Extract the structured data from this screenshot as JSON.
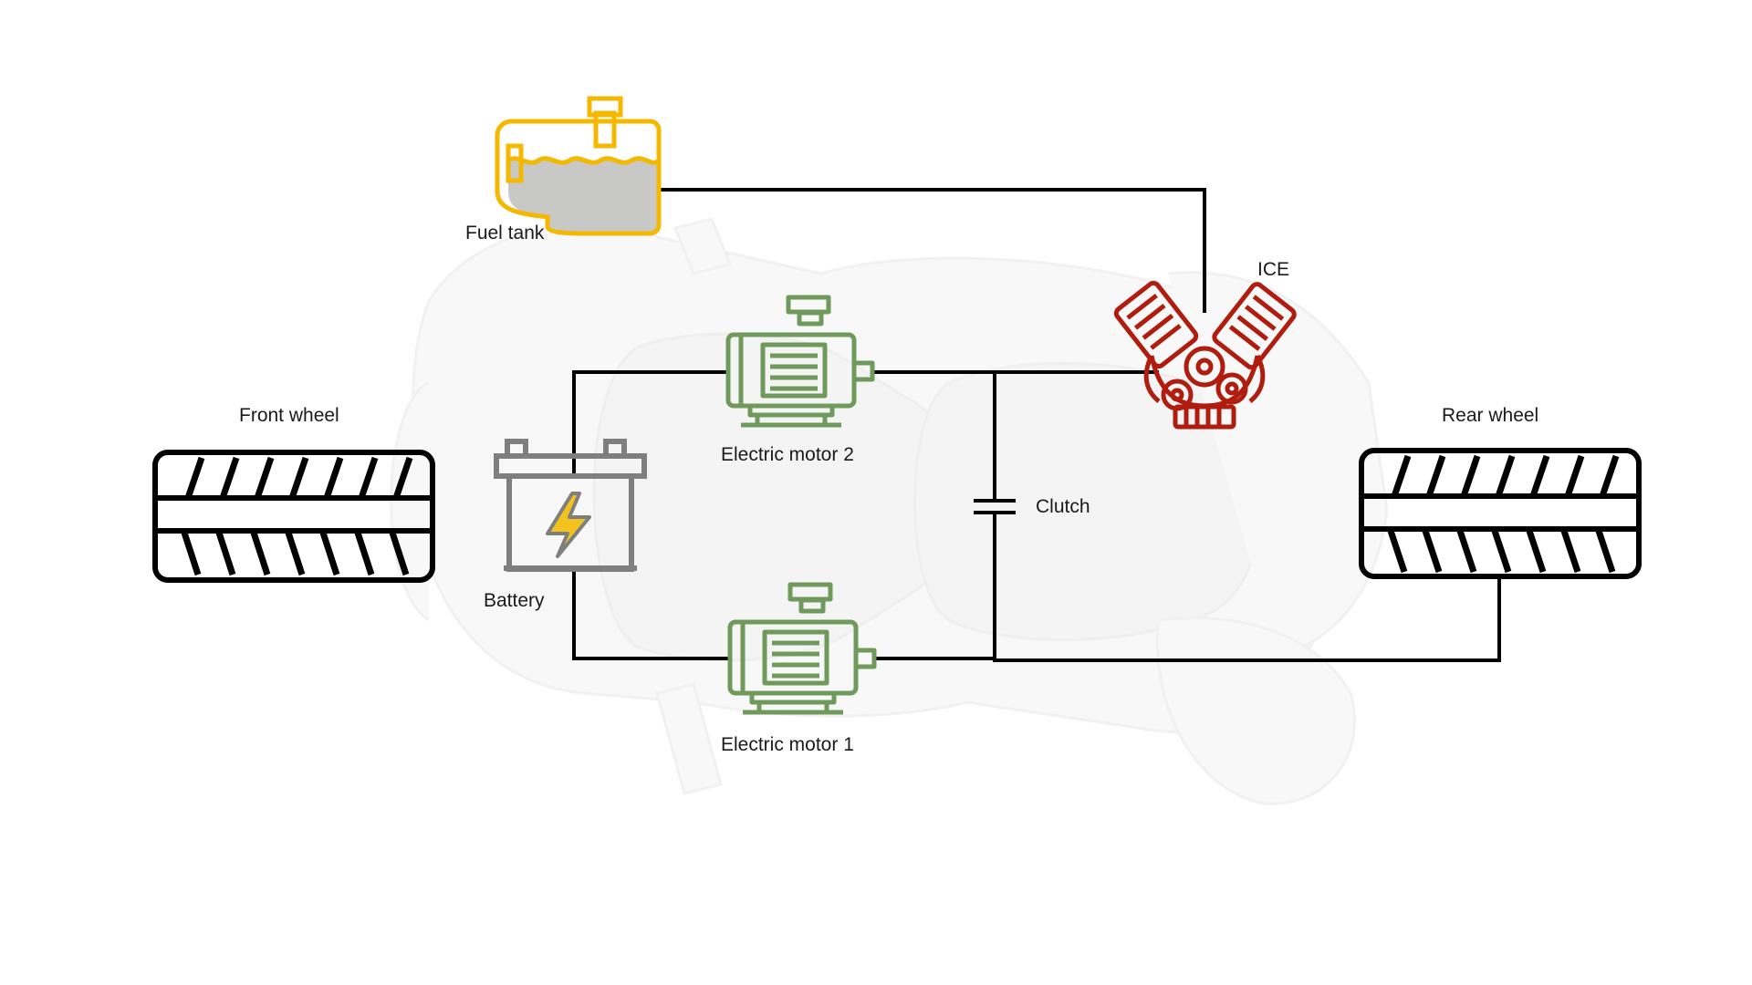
{
  "diagram": {
    "labels": {
      "fuel_tank": "Fuel tank",
      "ice": "ICE",
      "front_wheel": "Front wheel",
      "rear_wheel": "Rear wheel",
      "battery": "Battery",
      "electric_motor_2": "Electric motor 2",
      "electric_motor_1": "Electric motor 1",
      "clutch": "Clutch"
    },
    "colors": {
      "fuel_tank": "#f5b800",
      "fuel": "#c8c8c6",
      "ice": "#b01c0e",
      "motor": "#6f9a5c",
      "battery": "#7f7f7f",
      "bolt": "#f4c21f",
      "wire": "#000000",
      "wheel": "#000000"
    },
    "icons": [
      "fuel-tank-icon",
      "engine-icon",
      "electric-motor-icon",
      "battery-icon",
      "wheel-icon",
      "clutch-icon",
      "motorcycle-silhouette"
    ]
  }
}
